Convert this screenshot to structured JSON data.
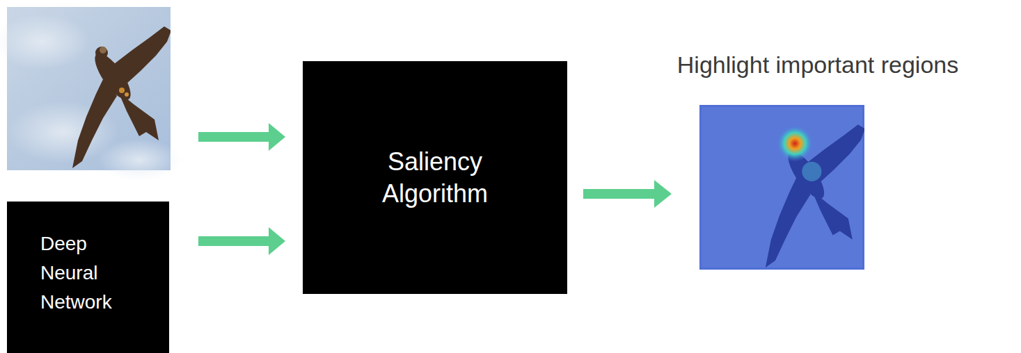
{
  "diagram": {
    "nodes": [
      {
        "text": [
          "Deep Neural Network"
        ]
      },
      {
        "text": [
          "Saliency Algorithm"
        ]
      }
    ],
    "edges": [
      {
        "from": 0,
        "to": 1,
        "arrow": "to"
      }
    ],
    "labels": [
      "Highlight important regions"
    ]
  }
}
